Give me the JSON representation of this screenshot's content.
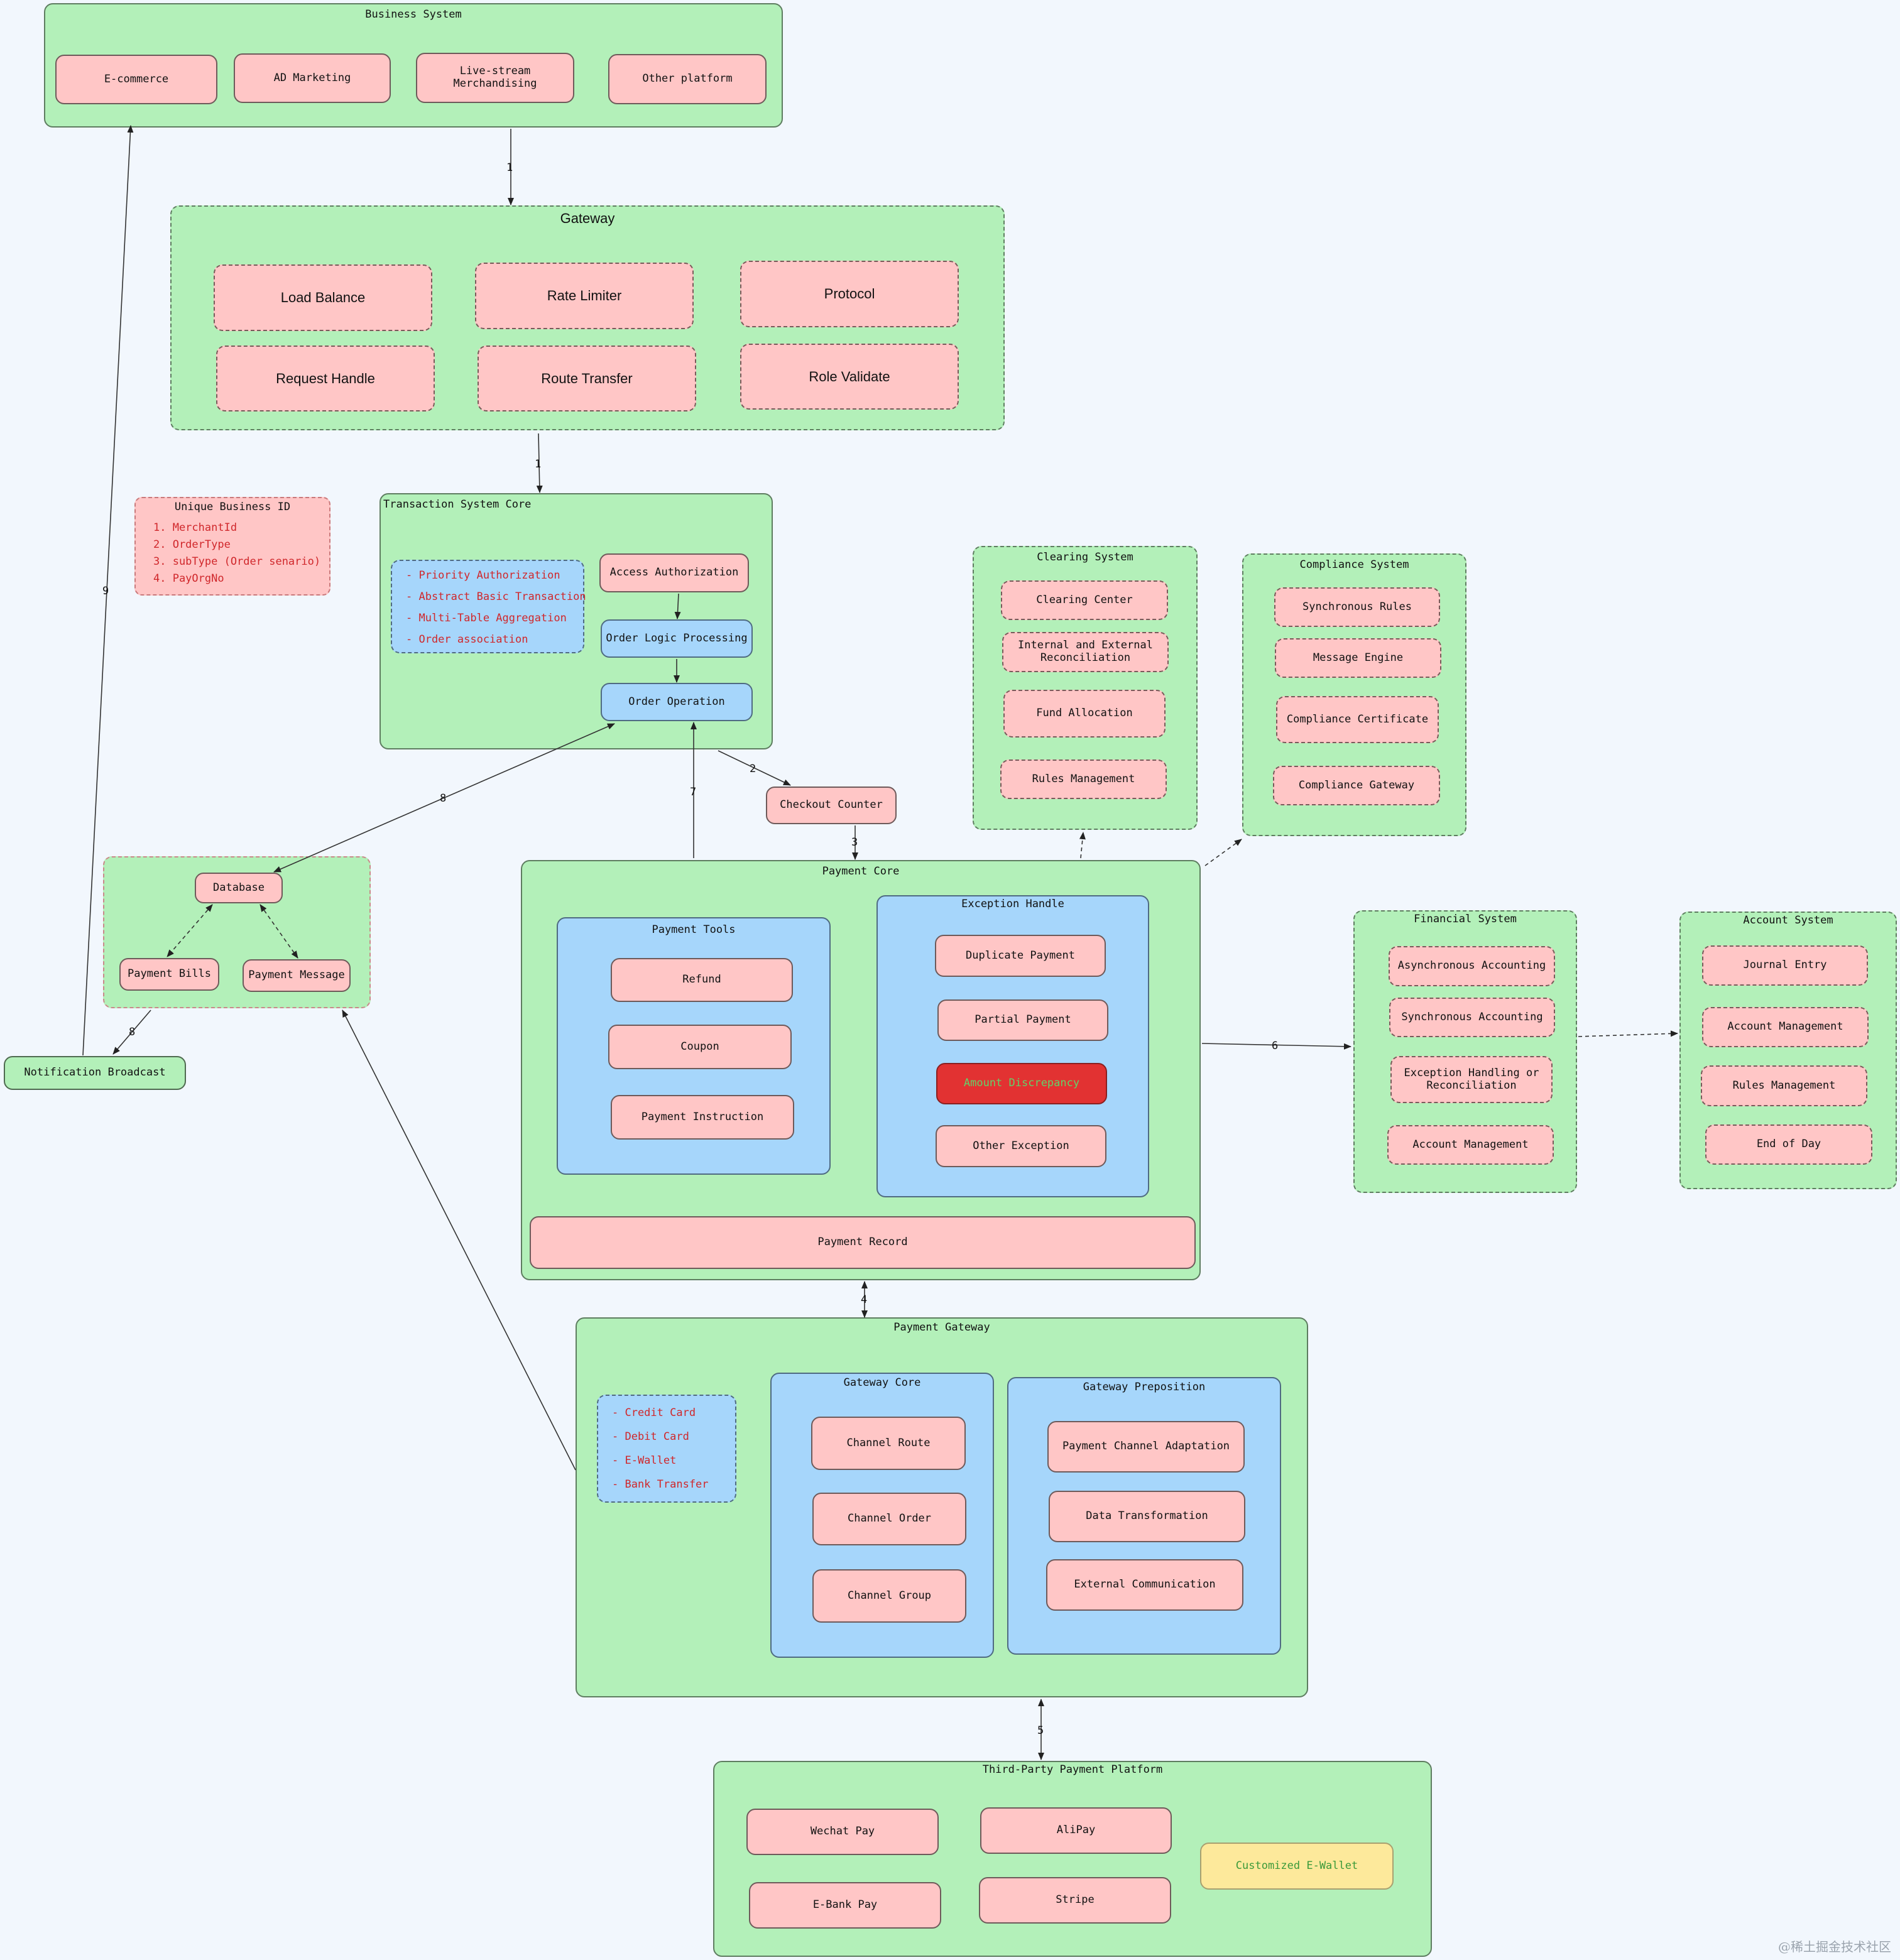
{
  "business_system": {
    "title": "Business System",
    "items": [
      "E-commerce",
      "AD Marketing",
      "Live-stream Merchandising",
      "Other platform"
    ]
  },
  "gateway": {
    "title": "Gateway",
    "items": [
      "Load Balance",
      "Rate Limiter",
      "Protocol",
      "Request Handle",
      "Route Transfer",
      "Role Validate"
    ]
  },
  "unique_business_id": {
    "title": "Unique Business ID",
    "items": [
      "1. MerchantId",
      "2. OrderType",
      "3. subType (Order senario)",
      "4. PayOrgNo"
    ]
  },
  "transaction_core": {
    "title": "Transaction System Core",
    "features": [
      "- Priority Authorization",
      "- Abstract Basic Transaction",
      "- Multi-Table Aggregation",
      "- Order association"
    ],
    "access": "Access Authorization",
    "order_logic": "Order Logic Processing",
    "order_operation": "Order Operation"
  },
  "checkout_counter": "Checkout Counter",
  "clearing_system": {
    "title": "Clearing System",
    "items": [
      "Clearing Center",
      "Internal and External Reconciliation",
      "Fund Allocation",
      "Rules Management"
    ]
  },
  "compliance_system": {
    "title": "Compliance System",
    "items": [
      "Synchronous Rules",
      "Message Engine",
      "Compliance Certificate",
      "Compliance Gateway"
    ]
  },
  "database_group": {
    "database": "Database",
    "payment_bills": "Payment Bills",
    "payment_message": "Payment Message"
  },
  "notification_broadcast": "Notification Broadcast",
  "payment_core": {
    "title": "Payment Core",
    "payment_tools": {
      "title": "Payment Tools",
      "items": [
        "Refund",
        "Coupon",
        "Payment Instruction"
      ]
    },
    "exception_handle": {
      "title": "Exception Handle",
      "items": [
        "Duplicate Payment",
        "Partial Payment",
        "Amount Discrepancy",
        "Other Exception"
      ]
    },
    "payment_record": "Payment Record"
  },
  "financial_system": {
    "title": "Financial System",
    "items": [
      "Asynchronous Accounting",
      "Synchronous Accounting",
      "Exception Handling or Reconciliation",
      "Account Management"
    ]
  },
  "account_system": {
    "title": "Account System",
    "items": [
      "Journal Entry",
      "Account Management",
      "Rules Management",
      "End of Day"
    ]
  },
  "payment_gateway": {
    "title": "Payment Gateway",
    "methods": [
      "- Credit Card",
      "- Debit Card",
      "- E-Wallet",
      "- Bank Transfer"
    ],
    "gateway_core": {
      "title": "Gateway Core",
      "items": [
        "Channel Route",
        "Channel Order",
        "Channel Group"
      ]
    },
    "gateway_preposition": {
      "title": "Gateway Preposition",
      "items": [
        "Payment Channel Adaptation",
        "Data Transformation",
        "External Communication"
      ]
    }
  },
  "third_party": {
    "title": "Third-Party Payment Platform",
    "items": [
      "Wechat Pay",
      "AliPay",
      "E-Bank Pay",
      "Stripe",
      "Customized E-Wallet"
    ]
  },
  "edge_labels": {
    "e1a": "1",
    "e1b": "1",
    "e2": "2",
    "e3": "3",
    "e4": "4",
    "e5": "5",
    "e6": "6",
    "e7": "7",
    "e8a": "8",
    "e8b": "8",
    "e9": "9"
  },
  "watermark": "@稀土掘金技术社区"
}
